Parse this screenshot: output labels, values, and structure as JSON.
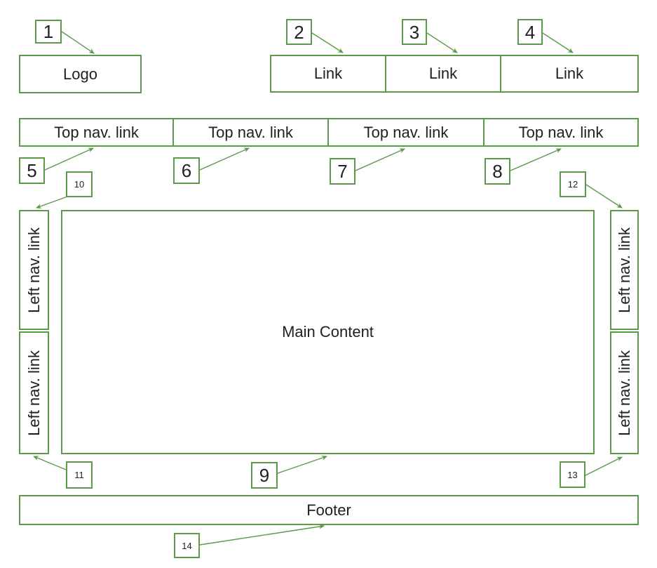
{
  "colors": {
    "accent": "#5b9a4a",
    "text": "#212121",
    "background": "#ffffff"
  },
  "wireframe": {
    "logo": "Logo",
    "header_links": [
      "Link",
      "Link",
      "Link"
    ],
    "top_nav_links": [
      "Top nav. link",
      "Top nav. link",
      "Top nav. link",
      "Top nav. link"
    ],
    "left_sidebar_links": [
      "Left nav. link",
      "Left nav. link"
    ],
    "right_sidebar_links": [
      "Left nav. link",
      "Left nav. link"
    ],
    "main_content": "Main Content",
    "footer": "Footer"
  },
  "callouts": [
    "1",
    "2",
    "3",
    "4",
    "5",
    "6",
    "7",
    "8",
    "9",
    "10",
    "11",
    "12",
    "13",
    "14"
  ]
}
